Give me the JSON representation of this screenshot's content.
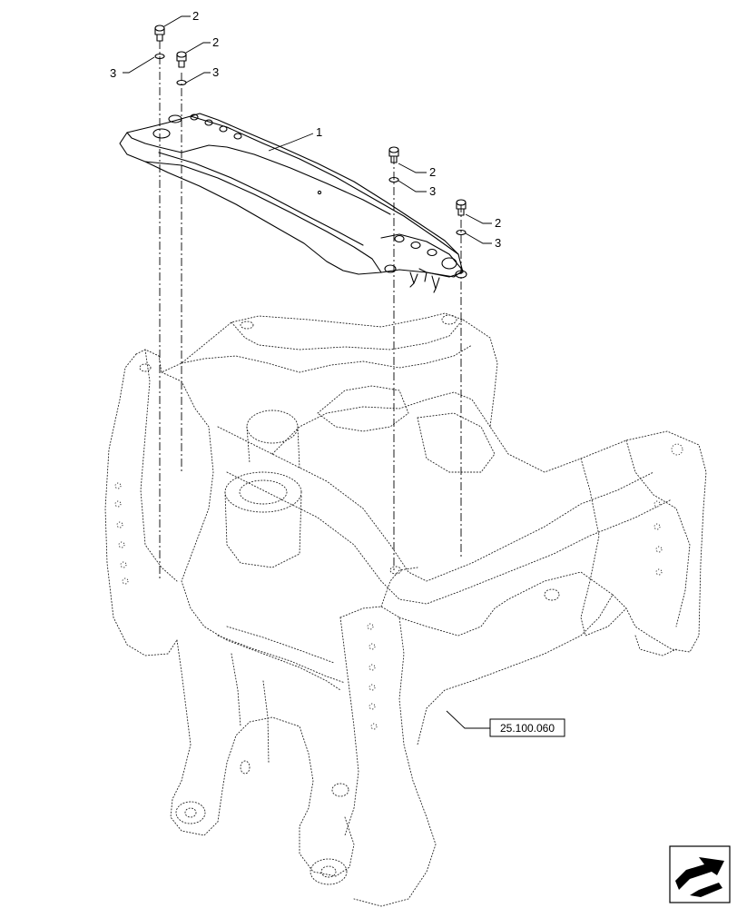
{
  "callouts": {
    "part_1": "1",
    "bolt_a": "2",
    "bolt_b": "2",
    "bolt_c": "2",
    "bolt_d": "2",
    "washer_a": "3",
    "washer_b": "3",
    "washer_c": "3",
    "washer_d": "3"
  },
  "reference": {
    "label": "25.100.060"
  },
  "icons": {
    "navigation": "arrow-next-page-icon"
  },
  "colors": {
    "line": "#000000",
    "background": "#ffffff"
  }
}
